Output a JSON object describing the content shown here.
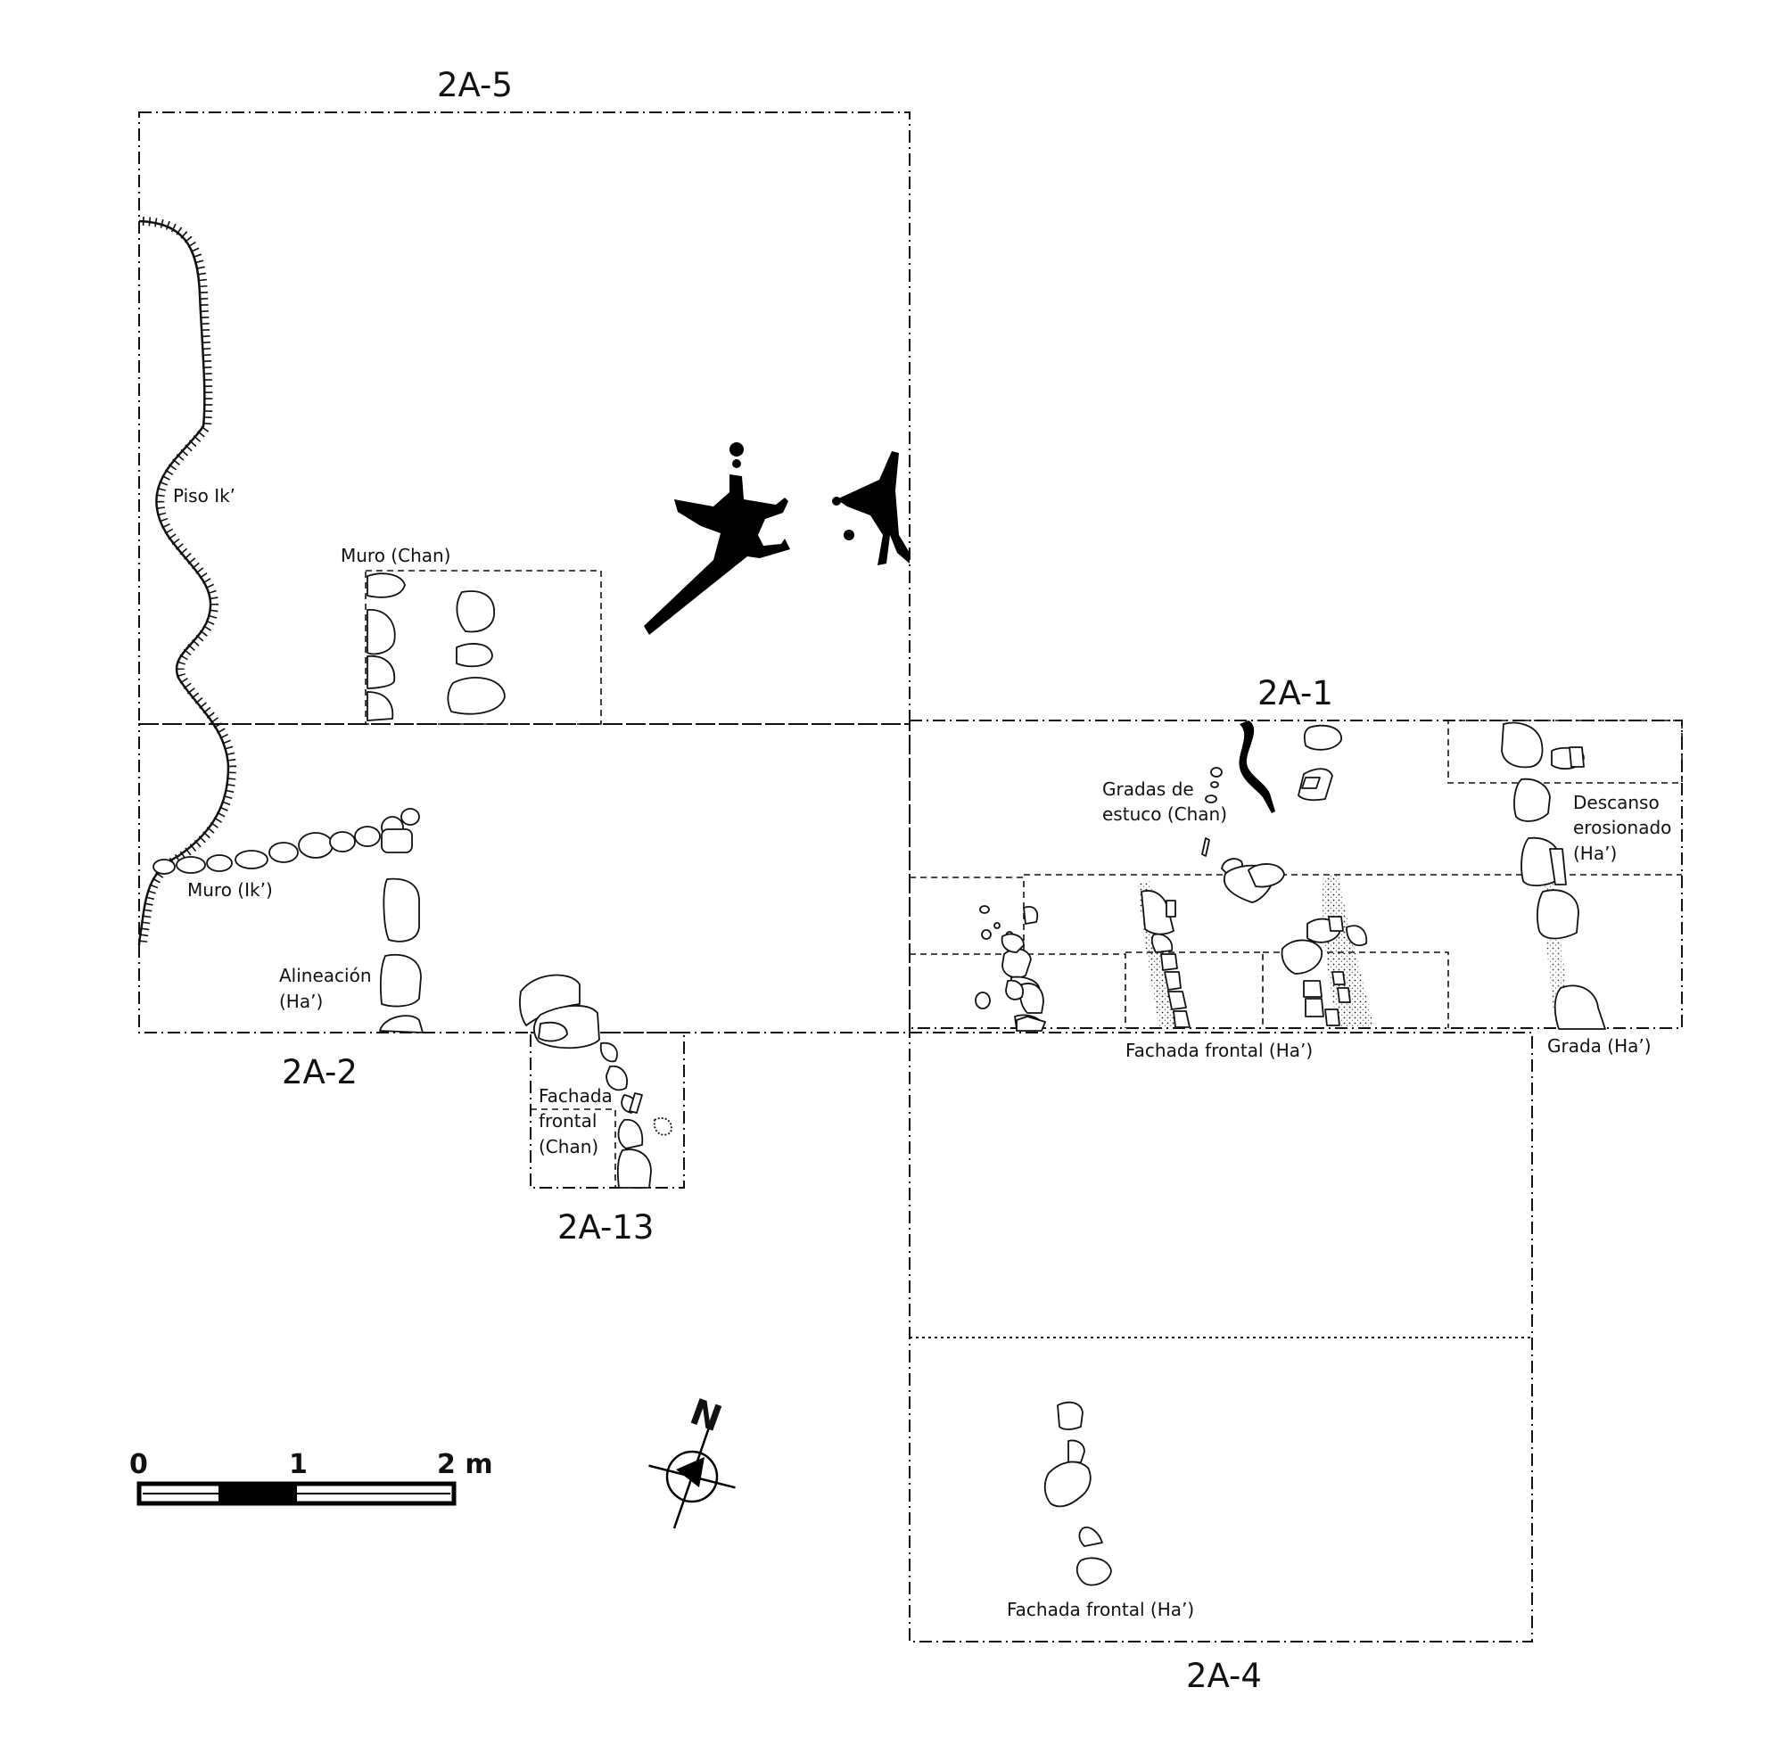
{
  "units": {
    "u2a5": "2A-5",
    "u2a1": "2A-1",
    "u2a2": "2A-2",
    "u2a13": "2A-13",
    "u2a4": "2A-4"
  },
  "labels": {
    "piso_ik": "Piso Ik’",
    "muro_chan": "Muro (Chan)",
    "muro_ik": "Muro (Ik’)",
    "alineacion_1": "Alineación",
    "alineacion_2": "(Ha’)",
    "fachada_chan_1": "Fachada",
    "fachada_chan_2": "frontal",
    "fachada_chan_3": "(Chan)",
    "gradas_1": "Gradas de",
    "gradas_2": "estuco (Chan)",
    "descanso_1": "Descanso",
    "descanso_2": "erosionado",
    "descanso_3": "(Ha’)",
    "fachada_ha_upper": "Fachada frontal (Ha’)",
    "grada_ha": "Grada (Ha’)",
    "fachada_ha_lower": "Fachada frontal (Ha’)"
  },
  "scale_bar": {
    "tick_0": "0",
    "tick_1": "1",
    "tick_2": "2 m"
  },
  "north_arrow": {
    "letter": "N"
  },
  "colors": {
    "ink": "#111111",
    "background": "#ffffff"
  }
}
